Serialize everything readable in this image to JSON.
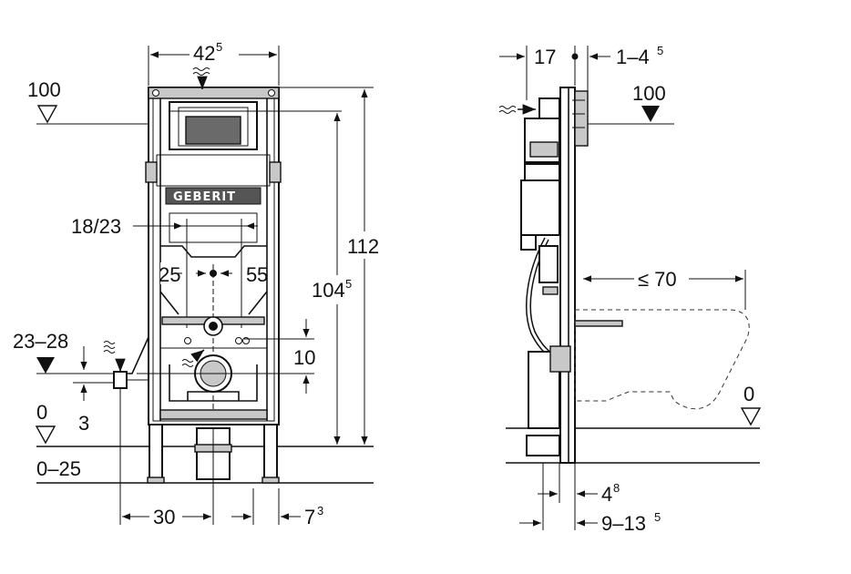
{
  "brand": "GEBERIT",
  "colors": {
    "line": "#111111",
    "part_fill": "#c8c8c8",
    "background": "#ffffff"
  },
  "front_view": {
    "width_main": "42",
    "width_main_sup": "5",
    "level_100": "100",
    "height_total": "112",
    "height_inner": "104",
    "height_inner_sup": "5",
    "spacing_18_23": "18/23",
    "offset_left": "25",
    "offset_right": "5",
    "offset_right_sup": "5",
    "level_23_28": "23–28",
    "dim_10": "10",
    "level_0": "0",
    "dim_3": "3",
    "dim_0_25": "0–25",
    "dim_30": "30",
    "dim_7": "7",
    "dim_7_sup": "3"
  },
  "side_view": {
    "dim_17": "17",
    "dim_1_4": "1–4",
    "dim_1_4_sup": "5",
    "level_100": "100",
    "dim_le_70": "≤ 70",
    "level_0": "0",
    "dim_4": "4",
    "dim_4_sup": "8",
    "dim_9_13": "9–13",
    "dim_9_13_sup": "5"
  },
  "icons": [
    "water-inlet-icon",
    "level-marker-icon",
    "arrow-icon"
  ]
}
